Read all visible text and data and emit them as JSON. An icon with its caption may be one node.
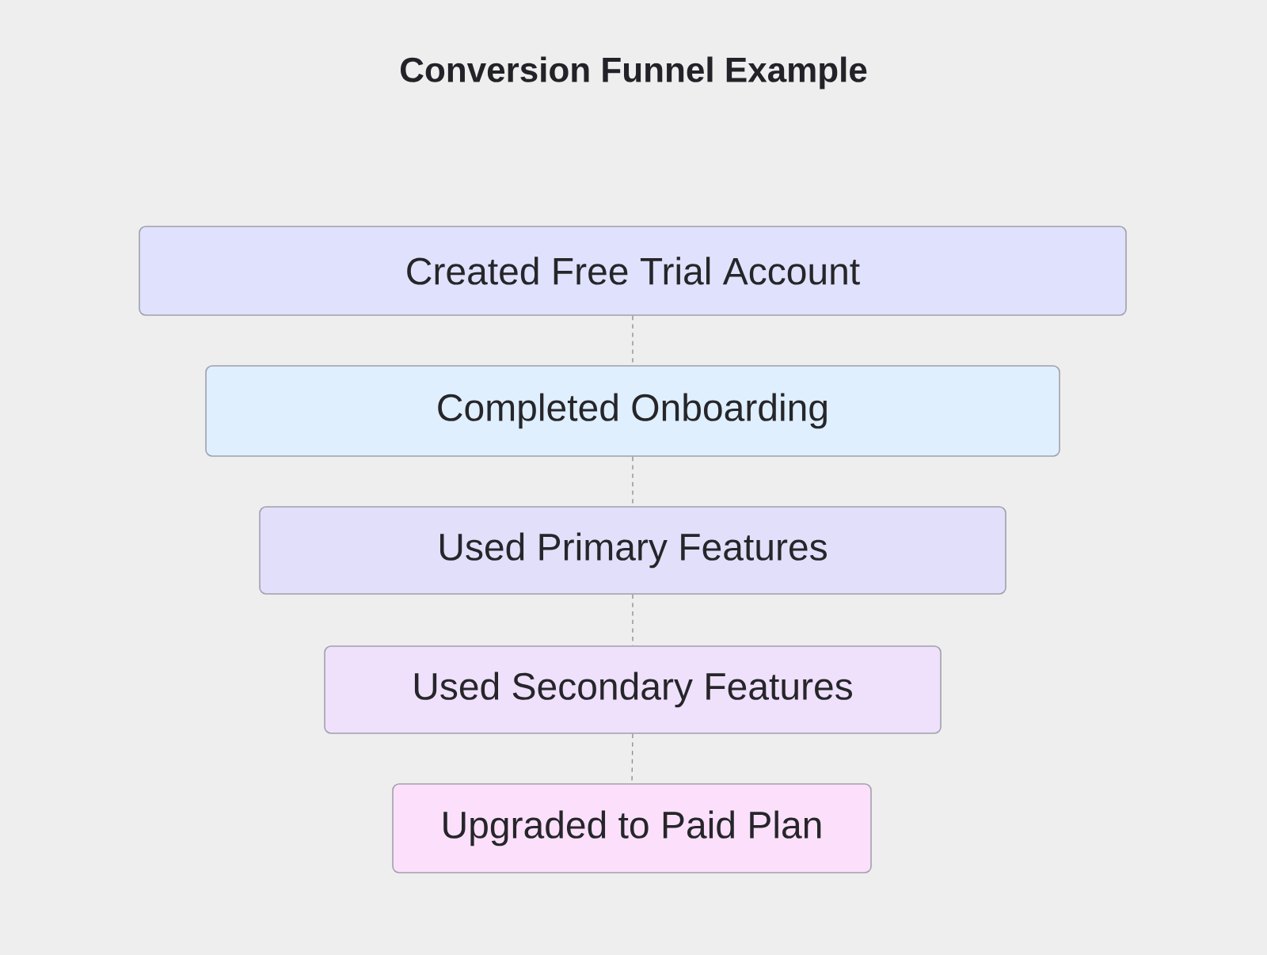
{
  "diagram": {
    "title": "Conversion Funnel Example",
    "nodes": [
      {
        "text": [
          "Created Free Trial Account"
        ]
      },
      {
        "text": [
          "Completed Onboarding"
        ]
      },
      {
        "text": [
          "Used Primary Features"
        ]
      },
      {
        "text": [
          "Used Secondary Features"
        ]
      },
      {
        "text": [
          "Upgraded to Paid Plan"
        ]
      }
    ],
    "edges": [
      {
        "from": 0,
        "to": 1,
        "arrow": "none",
        "style": "dashed"
      },
      {
        "from": 1,
        "to": 2,
        "arrow": "none",
        "style": "dashed"
      },
      {
        "from": 2,
        "to": 3,
        "arrow": "none",
        "style": "dashed"
      },
      {
        "from": 3,
        "to": 4,
        "arrow": "none",
        "style": "dashed"
      }
    ]
  }
}
